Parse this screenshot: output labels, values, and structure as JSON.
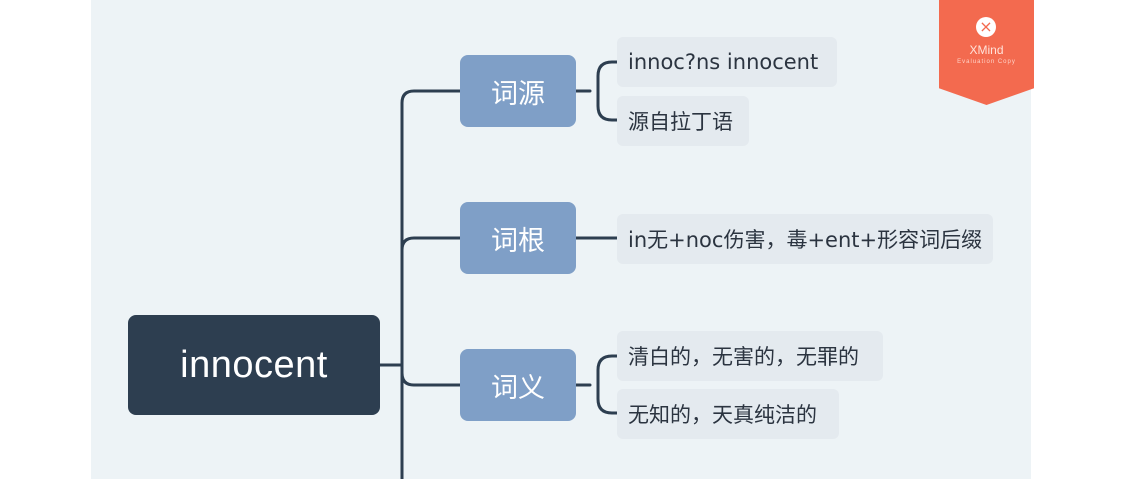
{
  "mindmap": {
    "root": {
      "label": "innocent"
    },
    "branches": [
      {
        "label": "词源",
        "children": [
          {
            "label": "innoc?ns   innocent"
          },
          {
            "label": "源自拉丁语"
          }
        ]
      },
      {
        "label": "词根",
        "children": [
          {
            "label": "in无+noc伤害，毒+ent+形容词后缀"
          }
        ]
      },
      {
        "label": "词义",
        "children": [
          {
            "label": "清白的，无害的，无罪的"
          },
          {
            "label": "无知的，天真纯洁的"
          }
        ]
      }
    ]
  },
  "watermark": {
    "brand": "XMind",
    "note": "Evaluation Copy",
    "icon": "close-icon"
  },
  "colors": {
    "canvas": "#edf3f6",
    "root": "#2d3e50",
    "branch": "#7f9fc7",
    "leaf": "#e4eaef",
    "connector": "#2d3e50",
    "watermark": "#f36a4f"
  }
}
